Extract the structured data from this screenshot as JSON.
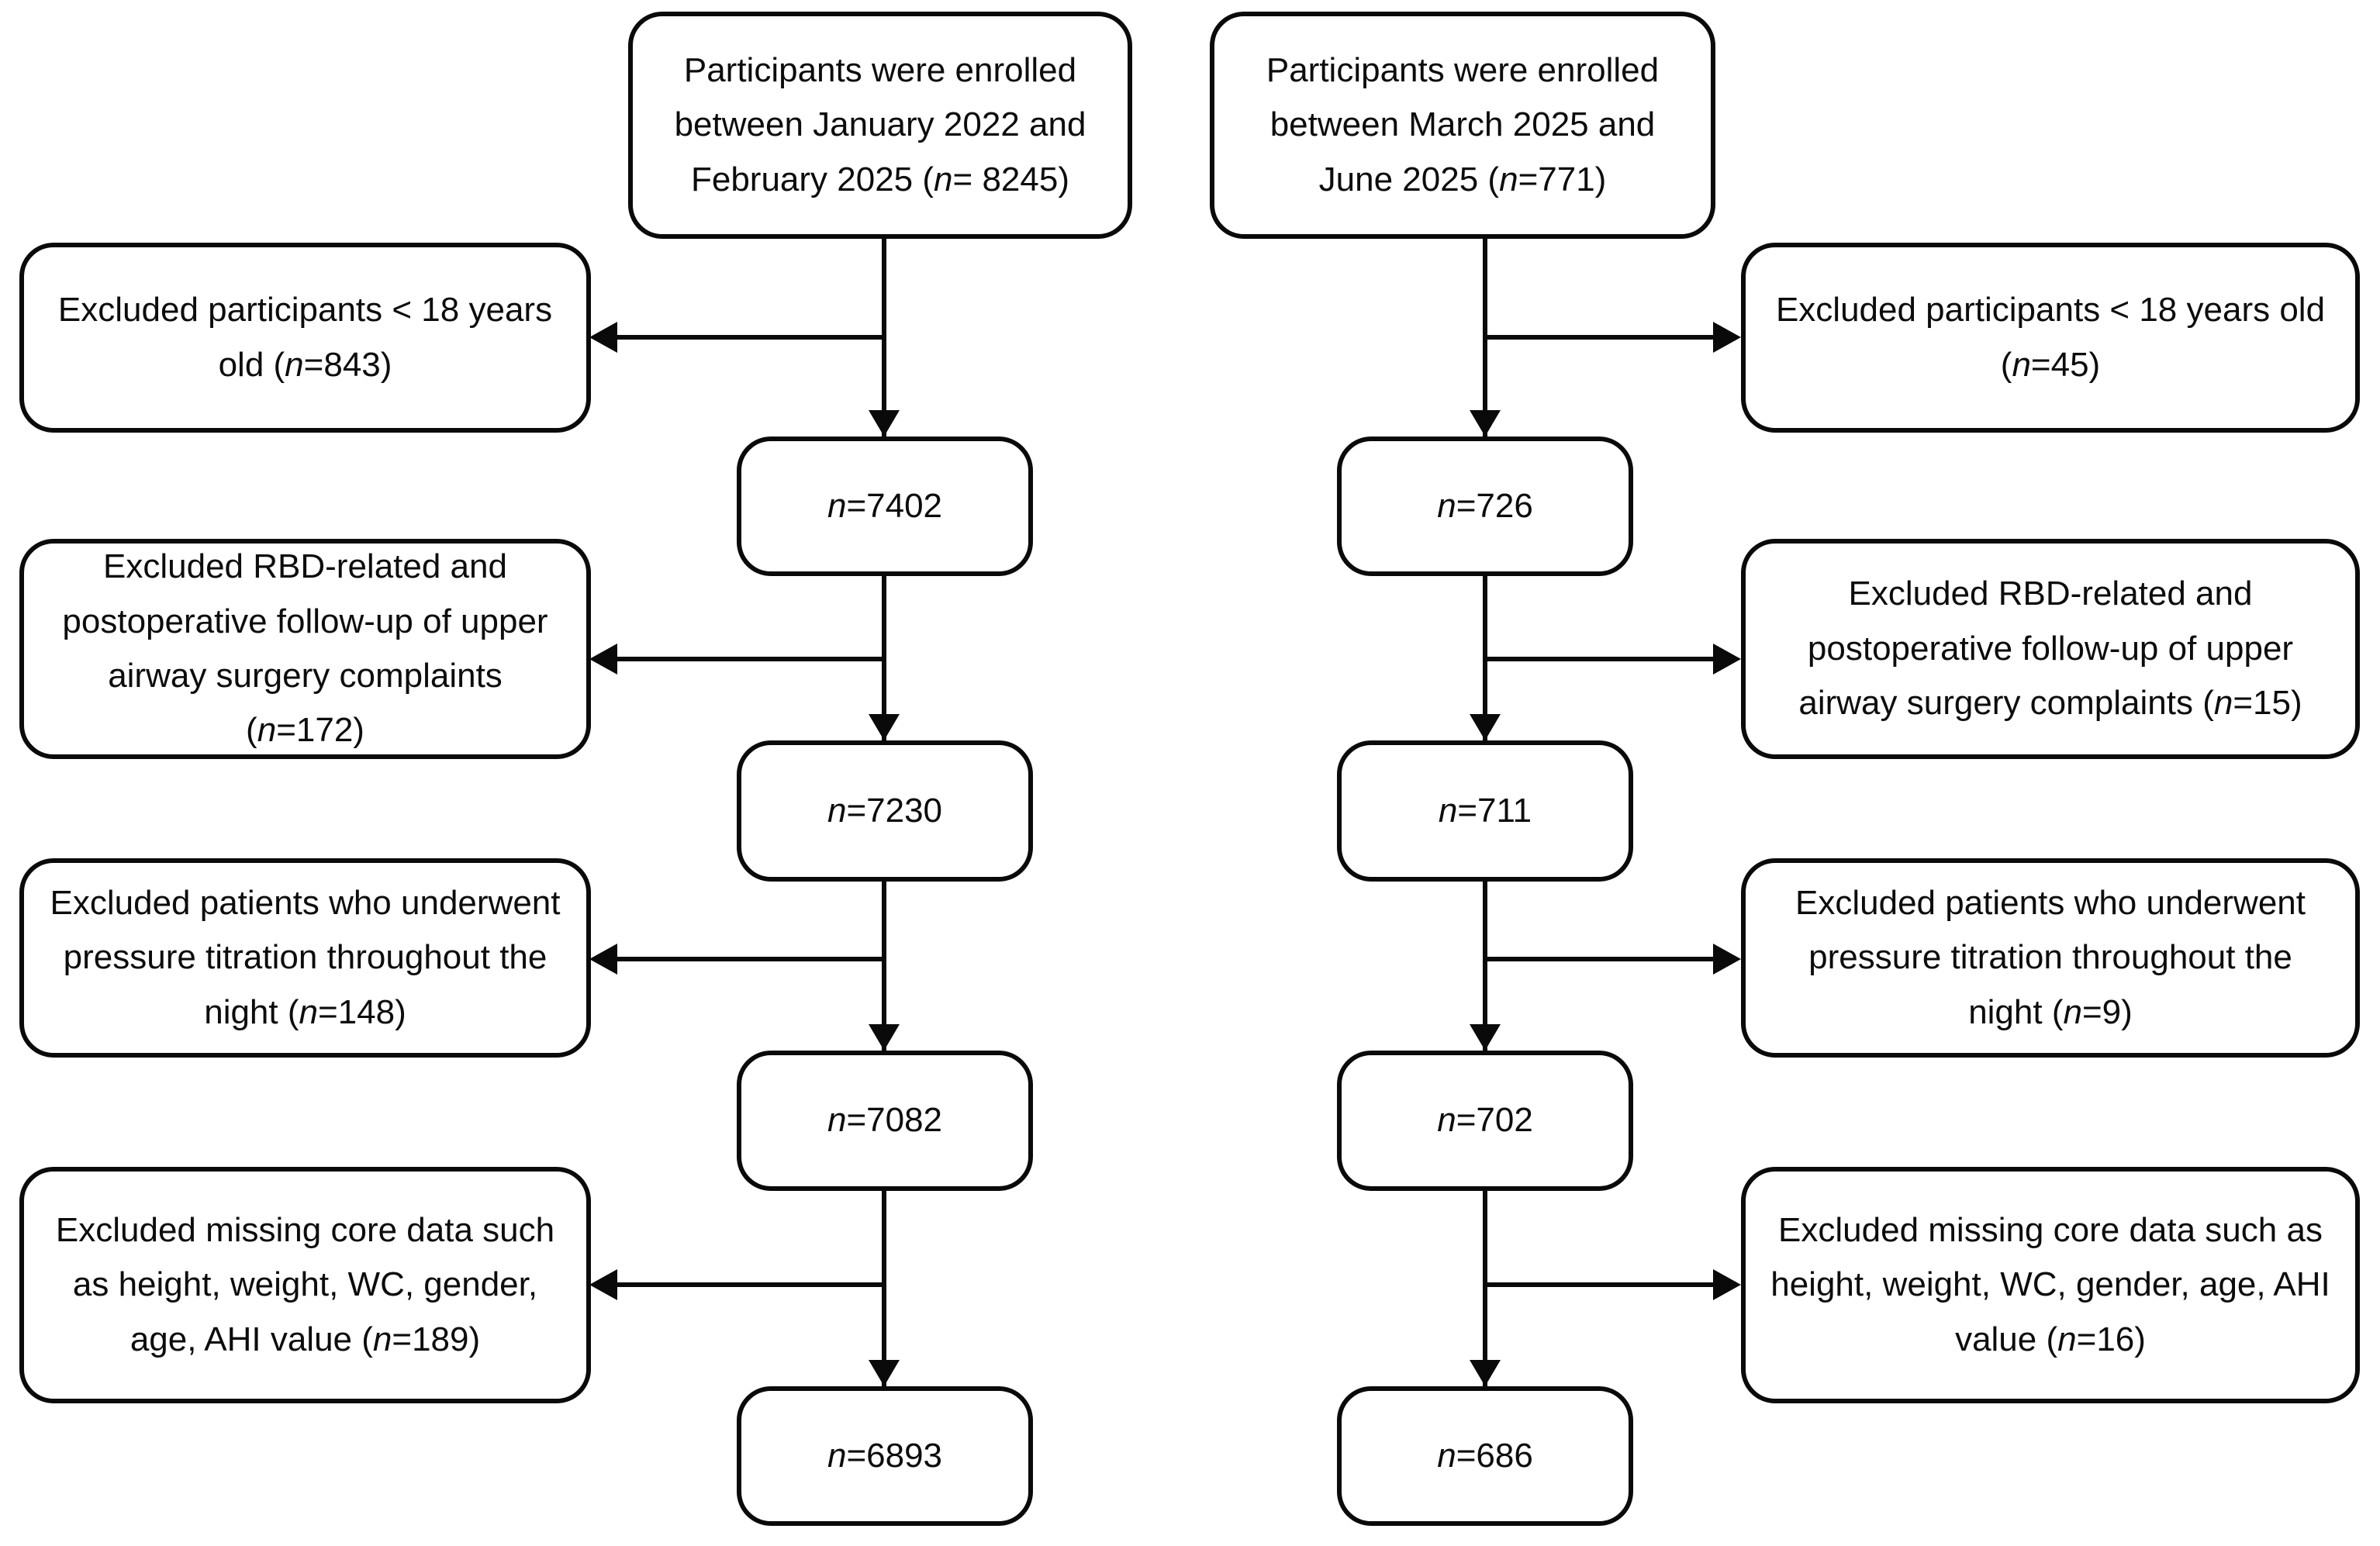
{
  "figure": {
    "type": "participant-enrollment-flowchart",
    "background_color": "#ffffff",
    "line_color": "#0a0a0a",
    "box_fill_color": "#ffffff"
  },
  "left": {
    "enroll": {
      "pre": "Participants were enrolled between January 2022 and February 2025 (",
      "n": "n",
      "post": "= 8245)"
    },
    "exclusions": [
      {
        "pre": "Excluded participants < 18 years old (",
        "n": "n",
        "post": "=843)"
      },
      {
        "pre": "Excluded RBD-related and postoperative follow-up of upper airway surgery complaints (",
        "n": "n",
        "post": "=172)"
      },
      {
        "pre": "Excluded patients who underwent pressure titration throughout the night (",
        "n": "n",
        "post": "=148)"
      },
      {
        "pre": "Excluded missing core data such as height, weight, WC, gender, age, AHI value (",
        "n": "n",
        "post": "=189)"
      }
    ],
    "counts": [
      {
        "n": "n",
        "post": "=7402"
      },
      {
        "n": "n",
        "post": "=7230"
      },
      {
        "n": "n",
        "post": "=7082"
      },
      {
        "n": "n",
        "post": "=6893"
      }
    ]
  },
  "right": {
    "enroll": {
      "pre": "Participants were enrolled between March 2025 and June 2025 (",
      "n": "n",
      "post": "=771)"
    },
    "exclusions": [
      {
        "pre": "Excluded participants < 18 years old (",
        "n": "n",
        "post": "=45)"
      },
      {
        "pre": "Excluded RBD-related and postoperative follow-up of upper airway surgery complaints (",
        "n": "n",
        "post": "=15)"
      },
      {
        "pre": "Excluded patients who underwent pressure titration throughout the night (",
        "n": "n",
        "post": "=9)"
      },
      {
        "pre": "Excluded missing core data such as height, weight, WC, gender, age, AHI value (",
        "n": "n",
        "post": "=16)"
      }
    ],
    "counts": [
      {
        "n": "n",
        "post": "=726"
      },
      {
        "n": "n",
        "post": "=711"
      },
      {
        "n": "n",
        "post": "=702"
      },
      {
        "n": "n",
        "post": "=686"
      }
    ]
  }
}
